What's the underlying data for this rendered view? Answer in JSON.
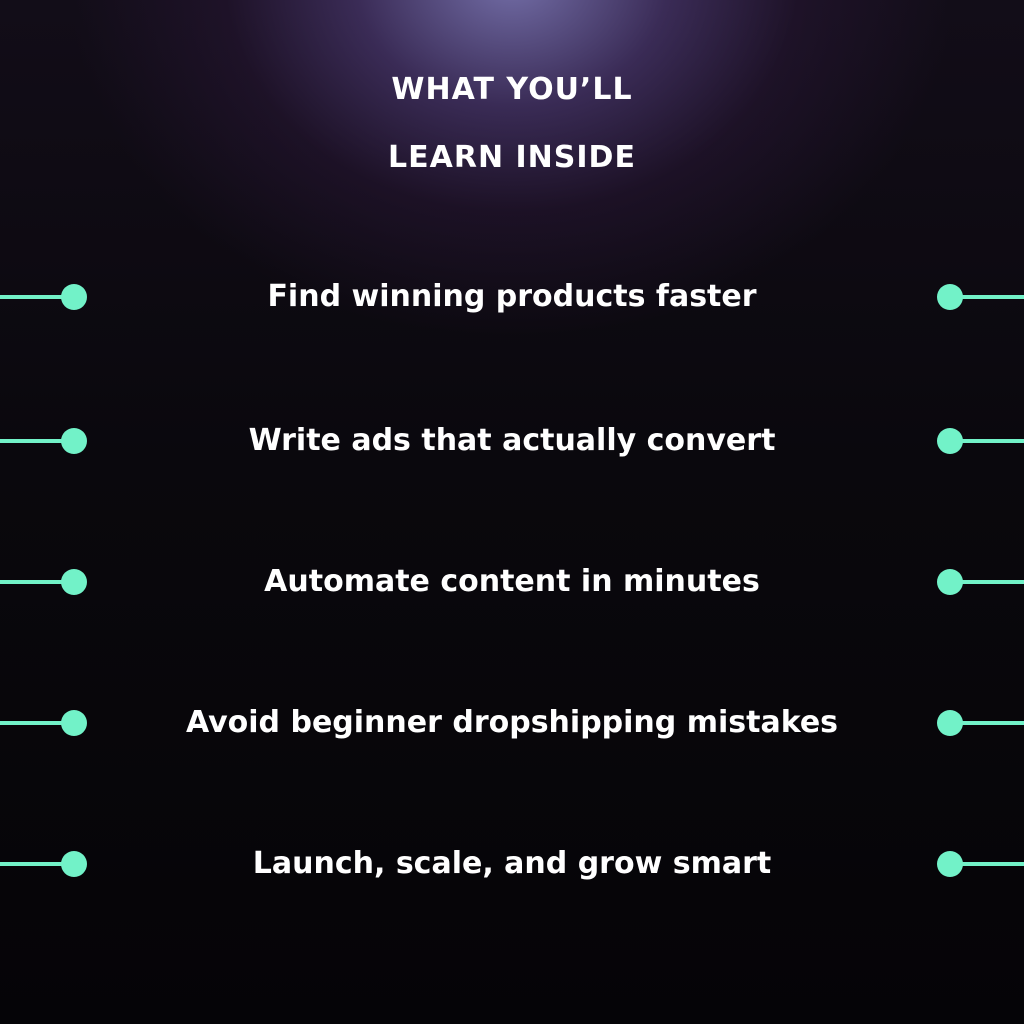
{
  "heading": {
    "line1": "WHAT YOU’LL",
    "line2": "LEARN INSIDE"
  },
  "items": [
    {
      "label": "Find winning products faster"
    },
    {
      "label": "Write ads that actually convert"
    },
    {
      "label": "Automate content in minutes"
    },
    {
      "label": "Avoid beginner dropshipping mistakes"
    },
    {
      "label": "Launch, scale, and grow smart"
    }
  ],
  "colors": {
    "accent": "#72f2c8",
    "text": "#ffffff",
    "background": "#050407",
    "glow": "#7873af"
  }
}
